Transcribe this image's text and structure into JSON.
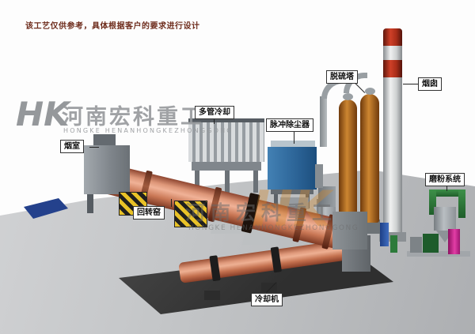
{
  "scene": {
    "disclaimer": "该工艺仅供参考，具体根据客户的要求进行设计"
  },
  "logo": {
    "monogram": "HK",
    "company_cn": "河南宏科重工",
    "company_en": "HONGKE HENANHONGKEZHONGGONG"
  },
  "watermark": {
    "monogram": "HK",
    "company_cn": "河南宏科重工",
    "company_en": "HONGKE HENANHONGKEZHONGGONG"
  },
  "labels": {
    "smoke_chamber": "烟室",
    "rotary_kiln": "回转窑",
    "multi_tube_cooler": "多管冷却",
    "pulse_dust_collector": "脉冲除尘器",
    "desulfurization_tower": "脱硫塔",
    "chimney": "烟囱",
    "grinding_system": "磨粉系统",
    "cooling_machine": "冷却机"
  },
  "colors": {
    "kiln_shell": "#d98e6c",
    "dust_collector_blue": "#2e6da0",
    "tower_brown": "#c07828",
    "chimney_band_red": "#b5301f",
    "hazard_yellow": "#ecc22a",
    "ground_gray": "#c6c8ca",
    "watermark_orange": "#d08a30",
    "base_plate_blue": "#27408f"
  }
}
